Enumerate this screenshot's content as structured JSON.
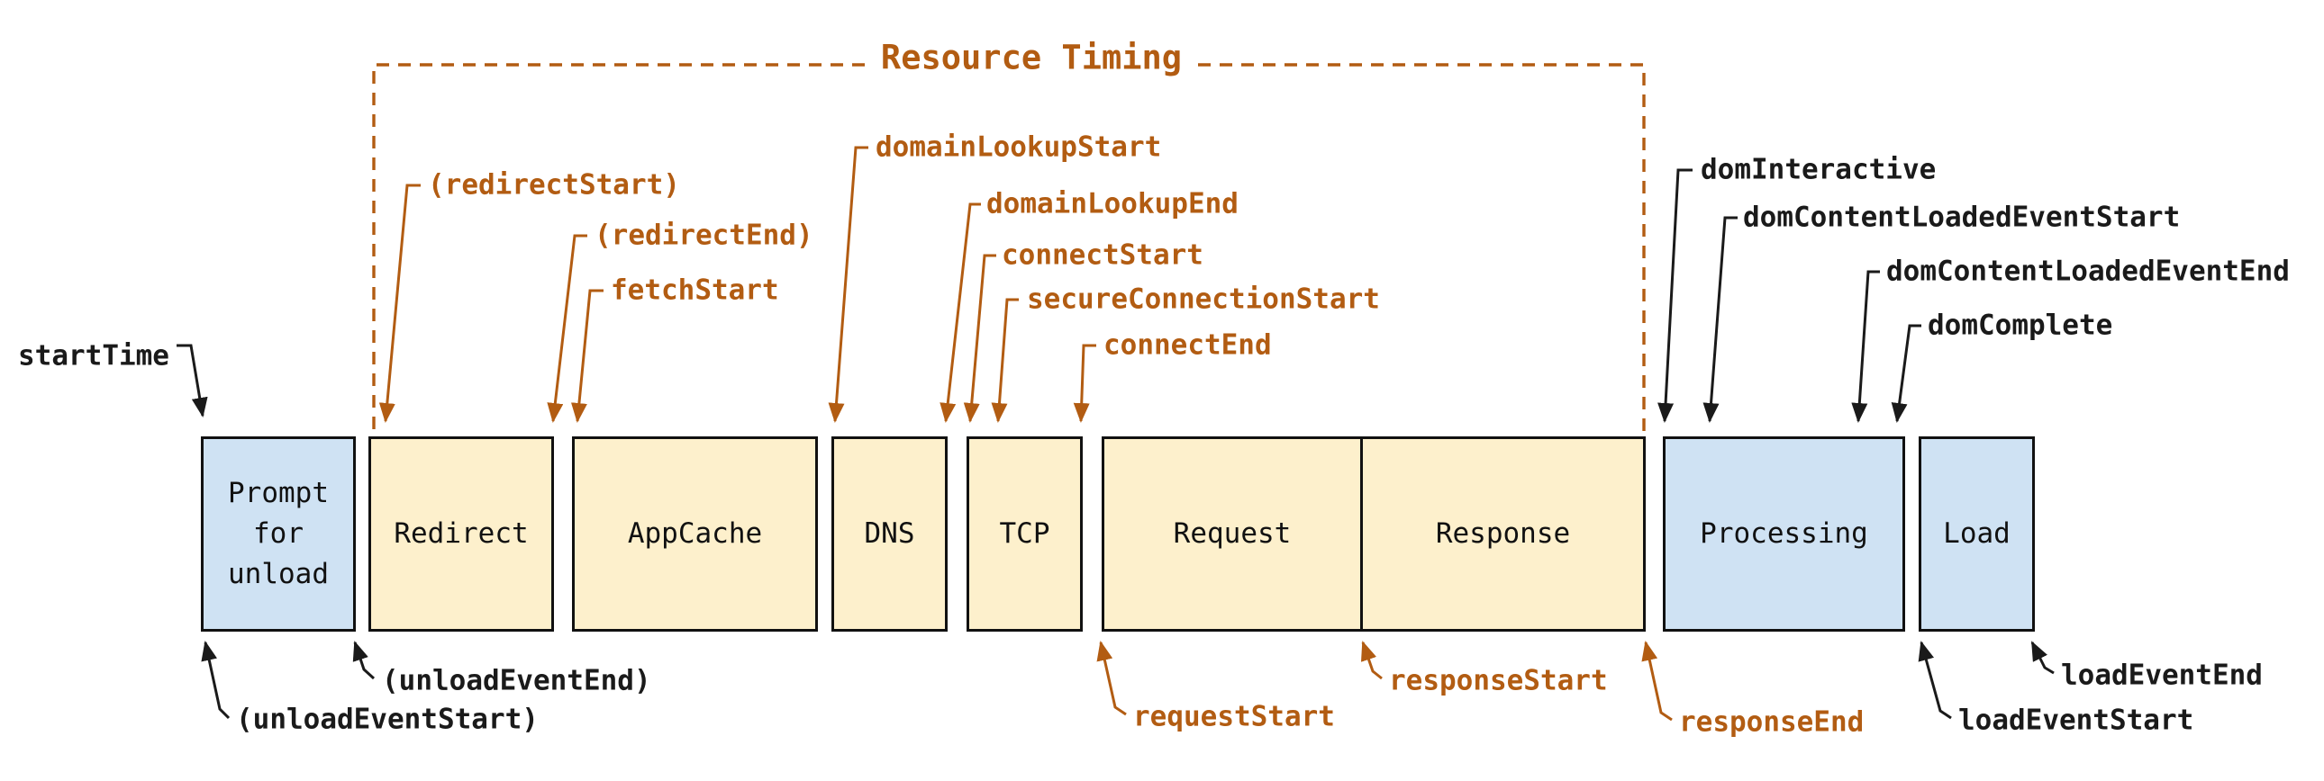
{
  "title": "Resource Timing",
  "colors": {
    "orange": "#b25c12",
    "box_blue_fill": "#cfe2f3",
    "box_cream_fill": "#fdf0cc",
    "outline": "#111111",
    "black_label": "#1a1a1a"
  },
  "boxes": [
    "Prompt for unload",
    "Redirect",
    "AppCache",
    "DNS",
    "TCP",
    "Request",
    "Response",
    "Processing",
    "Load"
  ],
  "labels": {
    "start_time": "startTime",
    "redirect_start": "(redirectStart)",
    "redirect_end": "(redirectEnd)",
    "fetch_start": "fetchStart",
    "domain_lookup_start": "domainLookupStart",
    "domain_lookup_end": "domainLookupEnd",
    "connect_start": "connectStart",
    "secure_connection_start": "secureConnectionStart",
    "connect_end": "connectEnd",
    "dom_interactive": "domInteractive",
    "dom_content_loaded_event_start": "domContentLoadedEventStart",
    "dom_content_loaded_event_end": "domContentLoadedEventEnd",
    "dom_complete": "domComplete",
    "unload_event_start": "(unloadEventStart)",
    "unload_event_end": "(unloadEventEnd)",
    "request_start": "requestStart",
    "response_start": "responseStart",
    "response_end": "responseEnd",
    "load_event_start": "loadEventStart",
    "load_event_end": "loadEventEnd"
  }
}
